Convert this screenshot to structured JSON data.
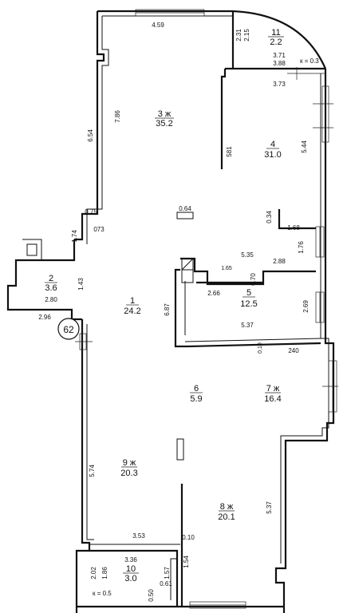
{
  "building_number": "62",
  "coefficients": [
    {
      "id": "k-balcony-11",
      "text": "к = 0.3"
    },
    {
      "id": "k-room-10",
      "text": "к = 0.5"
    }
  ],
  "rooms": [
    {
      "id": "room-1",
      "number": "1",
      "area": "24.2"
    },
    {
      "id": "room-2",
      "number": "2",
      "area": "3.6"
    },
    {
      "id": "room-3",
      "number": "3 ж",
      "area": "35.2"
    },
    {
      "id": "room-4",
      "number": "4",
      "area": "31.0"
    },
    {
      "id": "room-5",
      "number": "5",
      "area": "12.5"
    },
    {
      "id": "room-6",
      "number": "6",
      "area": "5.9"
    },
    {
      "id": "room-7",
      "number": "7 ж",
      "area": "16.4"
    },
    {
      "id": "room-8",
      "number": "8 ж",
      "area": "20.1"
    },
    {
      "id": "room-9",
      "number": "9 ж",
      "area": "20.3"
    },
    {
      "id": "room-10",
      "number": "10",
      "area": "3.0"
    },
    {
      "id": "room-11",
      "number": "11",
      "area": "2.2"
    }
  ],
  "dimensions": [
    "4.59",
    "2.31",
    "2.15",
    "3.71",
    "3.88",
    "3.73",
    "7.86",
    "6.54",
    "581",
    "5.44",
    "0.75",
    "073",
    "1.74",
    "0.64",
    "0.34",
    "1.68",
    "1.76",
    "5.35",
    "1.65",
    "2.88",
    "0.70",
    "1.43",
    "2.80",
    "2.66",
    "6.87",
    "2.69",
    "2.96",
    "5.37",
    "0.10",
    "240",
    "5.74",
    "3.53",
    "5.37",
    "0.10",
    "3.36",
    "1.54",
    "2.02",
    "1.86",
    "1.57",
    "0.50",
    "0.61"
  ]
}
